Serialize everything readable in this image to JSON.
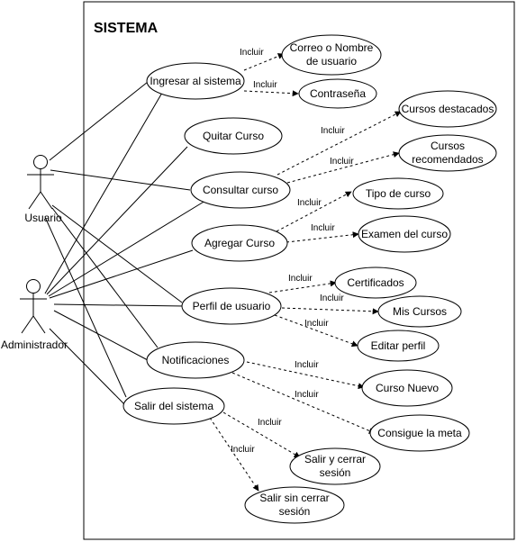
{
  "system": {
    "title": "SISTEMA"
  },
  "actors": [
    {
      "id": "usuario",
      "label": "Usuario"
    },
    {
      "id": "admin",
      "label": "Administrador"
    }
  ],
  "use_cases": [
    {
      "id": "ingresar",
      "lines": [
        "Ingresar al sistema"
      ]
    },
    {
      "id": "correo",
      "lines": [
        "Correo o Nombre",
        "de usuario"
      ]
    },
    {
      "id": "contrasena",
      "lines": [
        "Contraseña"
      ]
    },
    {
      "id": "quitar",
      "lines": [
        "Quitar Curso"
      ]
    },
    {
      "id": "destacados",
      "lines": [
        "Cursos destacados"
      ]
    },
    {
      "id": "recomendados",
      "lines": [
        "Cursos",
        "recomendados"
      ]
    },
    {
      "id": "consultar",
      "lines": [
        "Consultar curso"
      ]
    },
    {
      "id": "tipo",
      "lines": [
        "Tipo de curso"
      ]
    },
    {
      "id": "agregar",
      "lines": [
        "Agregar Curso"
      ]
    },
    {
      "id": "examen",
      "lines": [
        "Examen del curso"
      ]
    },
    {
      "id": "certificados",
      "lines": [
        "Certificados"
      ]
    },
    {
      "id": "perfil",
      "lines": [
        "Perfil de usuario"
      ]
    },
    {
      "id": "miscursos",
      "lines": [
        "Mis Cursos"
      ]
    },
    {
      "id": "editar",
      "lines": [
        "Editar perfil"
      ]
    },
    {
      "id": "notificaciones",
      "lines": [
        "Notificaciones"
      ]
    },
    {
      "id": "cursonuevo",
      "lines": [
        "Curso Nuevo"
      ]
    },
    {
      "id": "meta",
      "lines": [
        "Consigue la meta"
      ]
    },
    {
      "id": "salir",
      "lines": [
        "Salir del sistema"
      ]
    },
    {
      "id": "salircerrar",
      "lines": [
        "Salir y cerrar",
        "sesión"
      ]
    },
    {
      "id": "salirsin",
      "lines": [
        "Salir sin cerrar",
        "sesión"
      ]
    }
  ],
  "relations": [
    {
      "id": "r1",
      "label": "Incluir"
    },
    {
      "id": "r2",
      "label": "Incluir"
    },
    {
      "id": "r3",
      "label": "Incluir"
    },
    {
      "id": "r4",
      "label": "Incluir"
    },
    {
      "id": "r5",
      "label": "Incluir"
    },
    {
      "id": "r6",
      "label": "Incluir"
    },
    {
      "id": "r7",
      "label": "Incluir"
    },
    {
      "id": "r8",
      "label": "Incluir"
    },
    {
      "id": "r9",
      "label": "Incluir"
    },
    {
      "id": "r10",
      "label": "Incluir"
    },
    {
      "id": "r11",
      "label": "Incluir"
    },
    {
      "id": "r12",
      "label": "Incluir"
    },
    {
      "id": "r13",
      "label": "Incluir"
    }
  ]
}
